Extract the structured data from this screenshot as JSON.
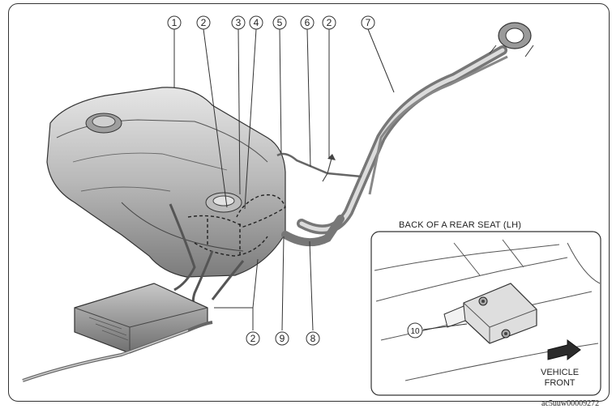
{
  "callouts": [
    "1",
    "2",
    "3",
    "4",
    "5",
    "6",
    "2",
    "7",
    "2",
    "9",
    "8",
    "10"
  ],
  "inset": {
    "title": "BACK OF A REAR SEAT (LH)",
    "arrow_label_line1": "VEHICLE",
    "arrow_label_line2": "FRONT"
  },
  "figure_code": "ac5uuw00009272"
}
